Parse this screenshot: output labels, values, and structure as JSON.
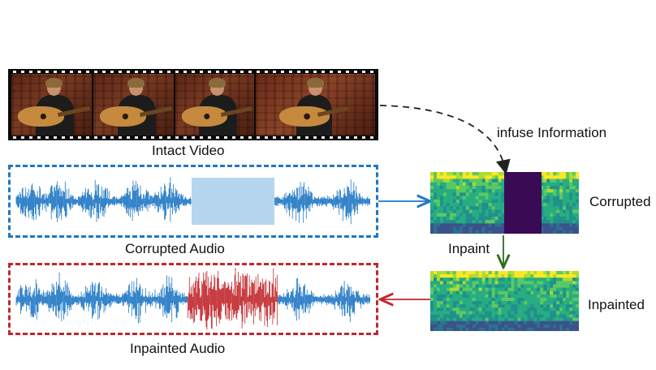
{
  "labels": {
    "intact_video": "Intact Video",
    "corrupted_audio": "Corrupted Audio",
    "inpainted_audio": "Inpainted Audio",
    "infuse_information": "infuse Information",
    "inpaint": "Inpaint",
    "corrupted_spec": "Corrupted",
    "inpainted_spec": "Inpainted"
  },
  "colors": {
    "audio_blue": "#1f77c4",
    "corrupted_box": "#1f77c4",
    "masked_region": "#b5d6ee",
    "inpainted_box": "#c1272d",
    "inpainted_wave": "#c1272d",
    "dashed_arrow": "#222222",
    "down_arrow": "#2f6b1f",
    "spec_mask": "#3b0a55"
  },
  "icons": {
    "video_strip": "film-strip",
    "spectrogram": "spectrogram-image"
  }
}
